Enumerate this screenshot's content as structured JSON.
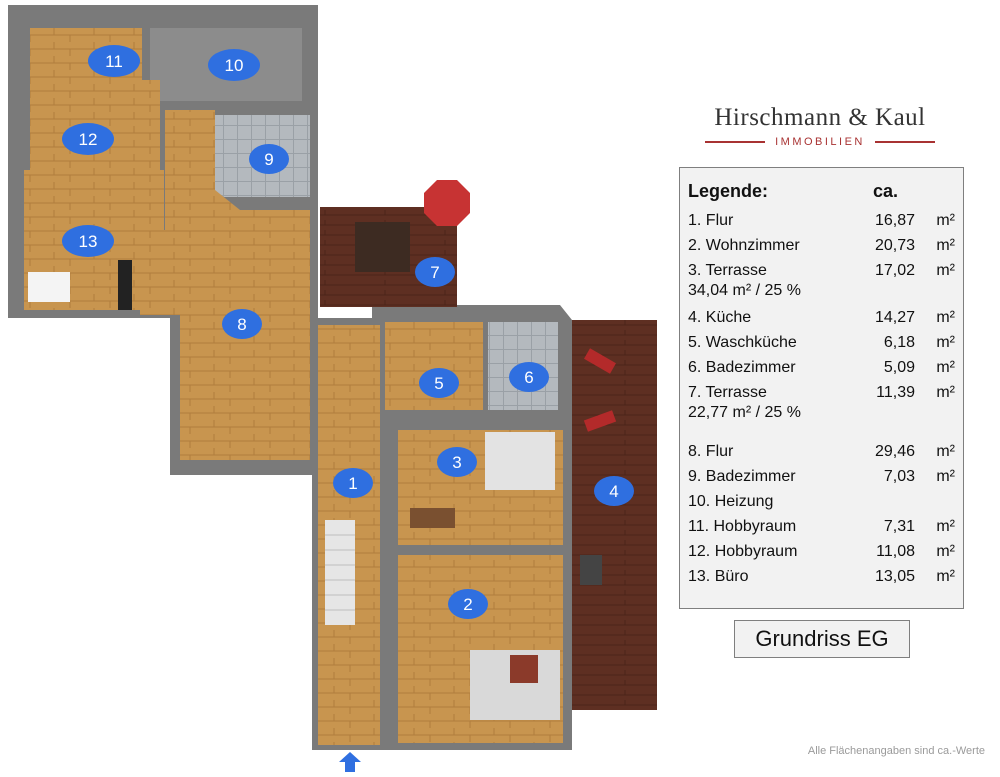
{
  "brand": {
    "name": "Hirschmann & Kaul",
    "sub": "IMMOBILIEN",
    "accent": "#a83232"
  },
  "legend": {
    "title": "Legende:",
    "unit_header": "ca.",
    "rows": [
      {
        "name": "1.  Flur",
        "value": "16,87",
        "unit": "m²"
      },
      {
        "name": "2. Wohnzimmer",
        "value": "20,73",
        "unit": "m²"
      },
      {
        "name": "3. Terrasse",
        "value": "17,02",
        "unit": "m²",
        "sub": "34,04  m² / 25 %"
      },
      {
        "name": "4. Küche",
        "value": "14,27",
        "unit": "m²"
      },
      {
        "name": "5. Waschküche",
        "value": "6,18",
        "unit": "m²"
      },
      {
        "name": "6. Badezimmer",
        "value": "5,09",
        "unit": "m²"
      },
      {
        "name": "7. Terrasse",
        "value": "11,39",
        "unit": "m²",
        "sub": "22,77  m² / 25 %"
      },
      {
        "name": "8. Flur",
        "value": "29,46",
        "unit": "m²"
      },
      {
        "name": "9. Badezimmer",
        "value": "7,03",
        "unit": "m²"
      },
      {
        "name": "10. Heizung",
        "value": "",
        "unit": ""
      },
      {
        "name": "11. Hobbyraum",
        "value": "7,31",
        "unit": "m²"
      },
      {
        "name": "12. Hobbyraum",
        "value": "11,08",
        "unit": "m²"
      },
      {
        "name": "13. Büro",
        "value": "13,05",
        "unit": "m²"
      }
    ]
  },
  "plan_title": "Grundriss EG",
  "footnote": "Alle Flächenangaben sind ca.-Werte",
  "room_markers": [
    "1",
    "2",
    "3",
    "4",
    "5",
    "6",
    "7",
    "8",
    "9",
    "10",
    "11",
    "12",
    "13"
  ],
  "icons": {
    "entrance": "arrow-up-icon",
    "umbrella": "parasol-icon"
  },
  "colors": {
    "wall": "#7a7a7a",
    "floor": "#c8954f",
    "deck": "#5e2f22",
    "marker": "#2f6fe0",
    "tile": "#9aa0a6"
  }
}
